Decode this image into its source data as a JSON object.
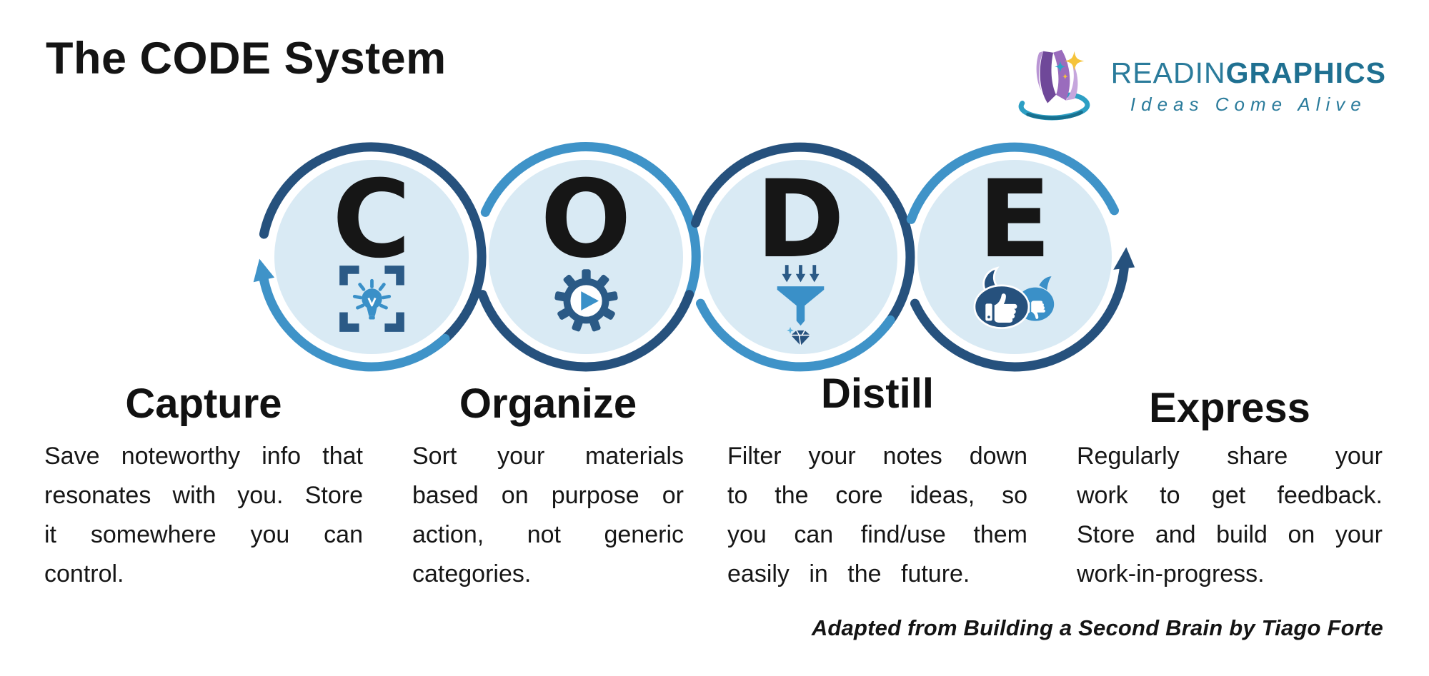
{
  "page": {
    "title": "The CODE System",
    "credit": "Adapted from Building a Second Brain by Tiago Forte"
  },
  "brand": {
    "name_regular": "READIN",
    "name_bold": "GRAPHICS",
    "tagline": "Ideas Come Alive"
  },
  "palette": {
    "ring_dark_blue": "#26517d",
    "ring_light_blue": "#3f93c8",
    "circle_fill": "#d9eaf4",
    "icon_dark": "#2b5a86",
    "icon_blue": "#3a90c8",
    "text_black": "#161616",
    "brand_teal": "#2a7b9b",
    "brand_teal_bold": "#1f7091",
    "star_yellow": "#f5c33b",
    "book_purple": "#6f4899"
  },
  "steps": [
    {
      "letter": "C",
      "heading": "Capture",
      "icon": "capture-frame-lightbulb-icon",
      "description": "Save noteworthy info that resonates with you. Store it somewhere you can control."
    },
    {
      "letter": "O",
      "heading": "Organize",
      "icon": "organize-gear-play-icon",
      "description": "Sort your materials based on purpose or action, not generic categories."
    },
    {
      "letter": "D",
      "heading": "Distill",
      "icon": "distill-funnel-diamond-icon",
      "description": "Filter your notes down to the core ideas, so you can find/use them easily in the future."
    },
    {
      "letter": "E",
      "heading": "Express",
      "icon": "express-thumbs-feedback-icon",
      "description": "Regularly share your work to get feedback. Store and build on your work-in-progress."
    }
  ]
}
